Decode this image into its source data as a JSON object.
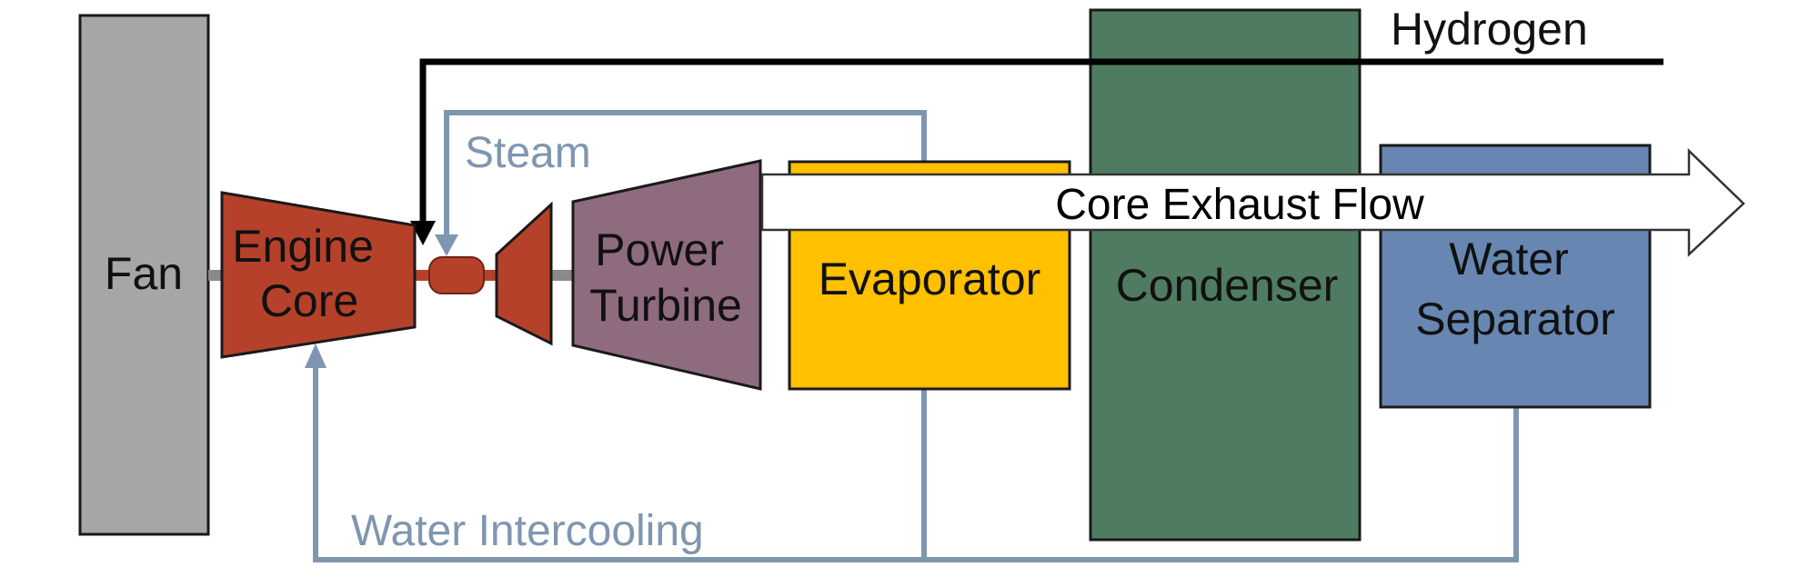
{
  "colors": {
    "fan": "#a6a6a6",
    "engine_core": "#b5412a",
    "power_turbine": "#8f6b7f",
    "evaporator": "#ffc000",
    "condenser": "#4f7c60",
    "water_separator": "#6787b2",
    "water_lines": "#7f96b0",
    "hydrogen_line": "#000000",
    "shaft": "#8a8a8a"
  },
  "components": {
    "fan": "Fan",
    "engine_core": [
      "Engine",
      "Core"
    ],
    "power_turbine": [
      "Power",
      "Turbine"
    ],
    "evaporator": "Evaporator",
    "condenser": "Condenser",
    "water_separator": [
      "Water",
      "Separator"
    ]
  },
  "flows": {
    "hydrogen": "Hydrogen",
    "steam": "Steam",
    "core_exhaust": "Core Exhaust Flow",
    "water_intercooling": "Water Intercooling"
  }
}
